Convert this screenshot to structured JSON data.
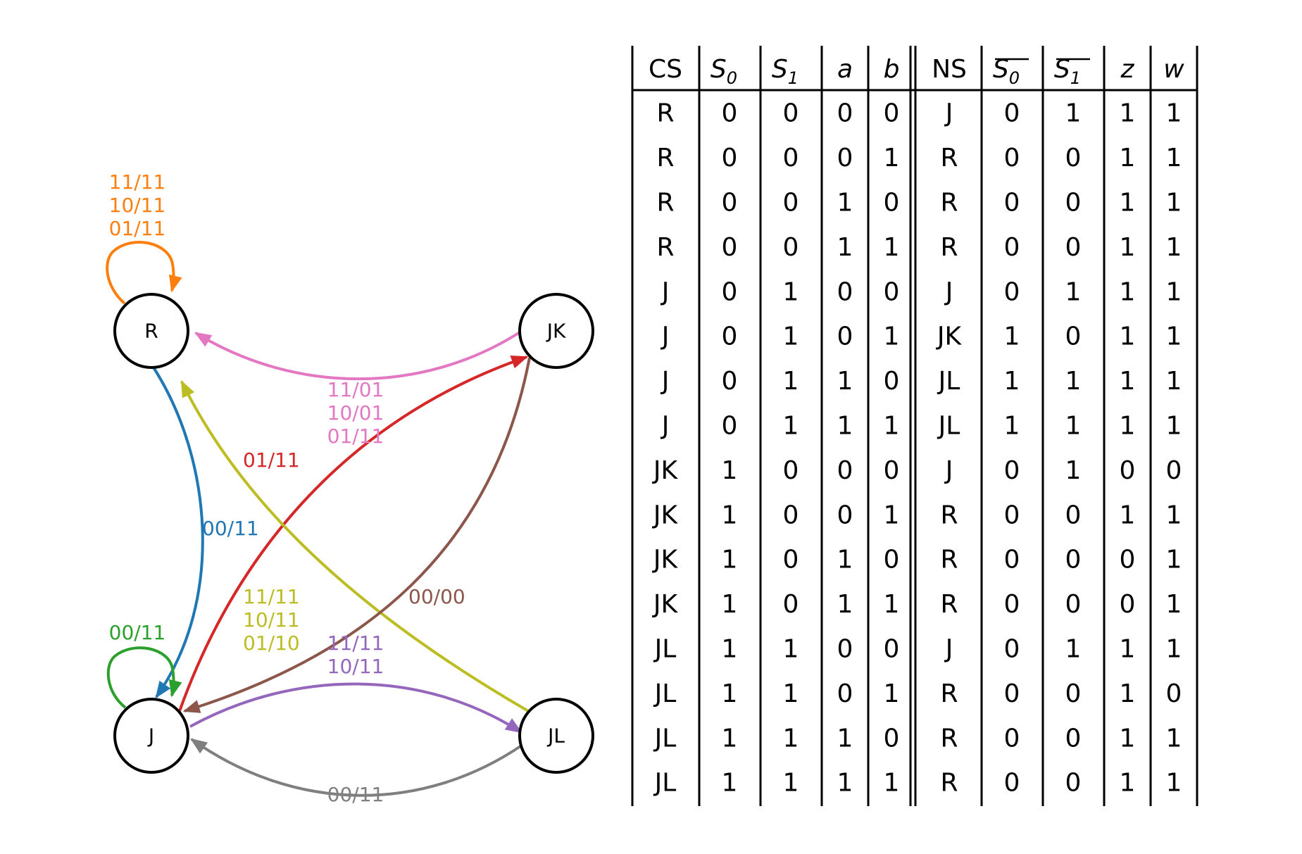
{
  "diagram": {
    "nodes": [
      {
        "id": "R",
        "label": "R"
      },
      {
        "id": "JK",
        "label": "JK"
      },
      {
        "id": "J",
        "label": "J"
      },
      {
        "id": "JL",
        "label": "JL"
      }
    ],
    "edges": [
      {
        "id": "r-self",
        "from": "R",
        "to": "R",
        "color": "#ff7f0e",
        "labels": [
          "11/11",
          "10/11",
          "01/11"
        ]
      },
      {
        "id": "jk-r",
        "from": "JK",
        "to": "R",
        "color": "#e377c2",
        "labels": [
          "11/01",
          "10/01",
          "01/11"
        ]
      },
      {
        "id": "j-jk",
        "from": "J",
        "to": "JK",
        "color": "#d62728",
        "labels": [
          "01/11"
        ]
      },
      {
        "id": "r-j",
        "from": "R",
        "to": "J",
        "color": "#1f77b4",
        "labels": [
          "00/11"
        ]
      },
      {
        "id": "jl-r",
        "from": "JL",
        "to": "R",
        "color": "#bcbd22",
        "labels": [
          "11/11",
          "10/11",
          "01/10"
        ]
      },
      {
        "id": "jk-j",
        "from": "JK",
        "to": "J",
        "color": "#8c564b",
        "labels": [
          "00/00"
        ]
      },
      {
        "id": "j-self",
        "from": "J",
        "to": "J",
        "color": "#2ca02c",
        "labels": [
          "00/11"
        ]
      },
      {
        "id": "j-jl",
        "from": "J",
        "to": "JL",
        "color": "#9467bd",
        "labels": [
          "11/11",
          "10/11"
        ]
      },
      {
        "id": "jl-j",
        "from": "JL",
        "to": "J",
        "color": "#7f7f7f",
        "labels": [
          "00/11"
        ]
      }
    ]
  },
  "table": {
    "headers": [
      {
        "text": "CS",
        "italic": false
      },
      {
        "text": "S",
        "sub": "0",
        "italic": true
      },
      {
        "text": "S",
        "sub": "1",
        "italic": true
      },
      {
        "text": "a",
        "italic": true
      },
      {
        "text": "b",
        "italic": true
      },
      {
        "text": "NS",
        "italic": false
      },
      {
        "text": "S",
        "sub": "0",
        "italic": true,
        "overline": true
      },
      {
        "text": "S",
        "sub": "1",
        "italic": true,
        "overline": true
      },
      {
        "text": "z",
        "italic": true
      },
      {
        "text": "w",
        "italic": true
      }
    ],
    "rows": [
      [
        "R",
        "0",
        "0",
        "0",
        "0",
        "J",
        "0",
        "1",
        "1",
        "1"
      ],
      [
        "R",
        "0",
        "0",
        "0",
        "1",
        "R",
        "0",
        "0",
        "1",
        "1"
      ],
      [
        "R",
        "0",
        "0",
        "1",
        "0",
        "R",
        "0",
        "0",
        "1",
        "1"
      ],
      [
        "R",
        "0",
        "0",
        "1",
        "1",
        "R",
        "0",
        "0",
        "1",
        "1"
      ],
      [
        "J",
        "0",
        "1",
        "0",
        "0",
        "J",
        "0",
        "1",
        "1",
        "1"
      ],
      [
        "J",
        "0",
        "1",
        "0",
        "1",
        "JK",
        "1",
        "0",
        "1",
        "1"
      ],
      [
        "J",
        "0",
        "1",
        "1",
        "0",
        "JL",
        "1",
        "1",
        "1",
        "1"
      ],
      [
        "J",
        "0",
        "1",
        "1",
        "1",
        "JL",
        "1",
        "1",
        "1",
        "1"
      ],
      [
        "JK",
        "1",
        "0",
        "0",
        "0",
        "J",
        "0",
        "1",
        "0",
        "0"
      ],
      [
        "JK",
        "1",
        "0",
        "0",
        "1",
        "R",
        "0",
        "0",
        "1",
        "1"
      ],
      [
        "JK",
        "1",
        "0",
        "1",
        "0",
        "R",
        "0",
        "0",
        "0",
        "1"
      ],
      [
        "JK",
        "1",
        "0",
        "1",
        "1",
        "R",
        "0",
        "0",
        "0",
        "1"
      ],
      [
        "JL",
        "1",
        "1",
        "0",
        "0",
        "J",
        "0",
        "1",
        "1",
        "1"
      ],
      [
        "JL",
        "1",
        "1",
        "0",
        "1",
        "R",
        "0",
        "0",
        "1",
        "0"
      ],
      [
        "JL",
        "1",
        "1",
        "1",
        "0",
        "R",
        "0",
        "0",
        "1",
        "1"
      ],
      [
        "JL",
        "1",
        "1",
        "1",
        "1",
        "R",
        "0",
        "0",
        "1",
        "1"
      ]
    ]
  }
}
